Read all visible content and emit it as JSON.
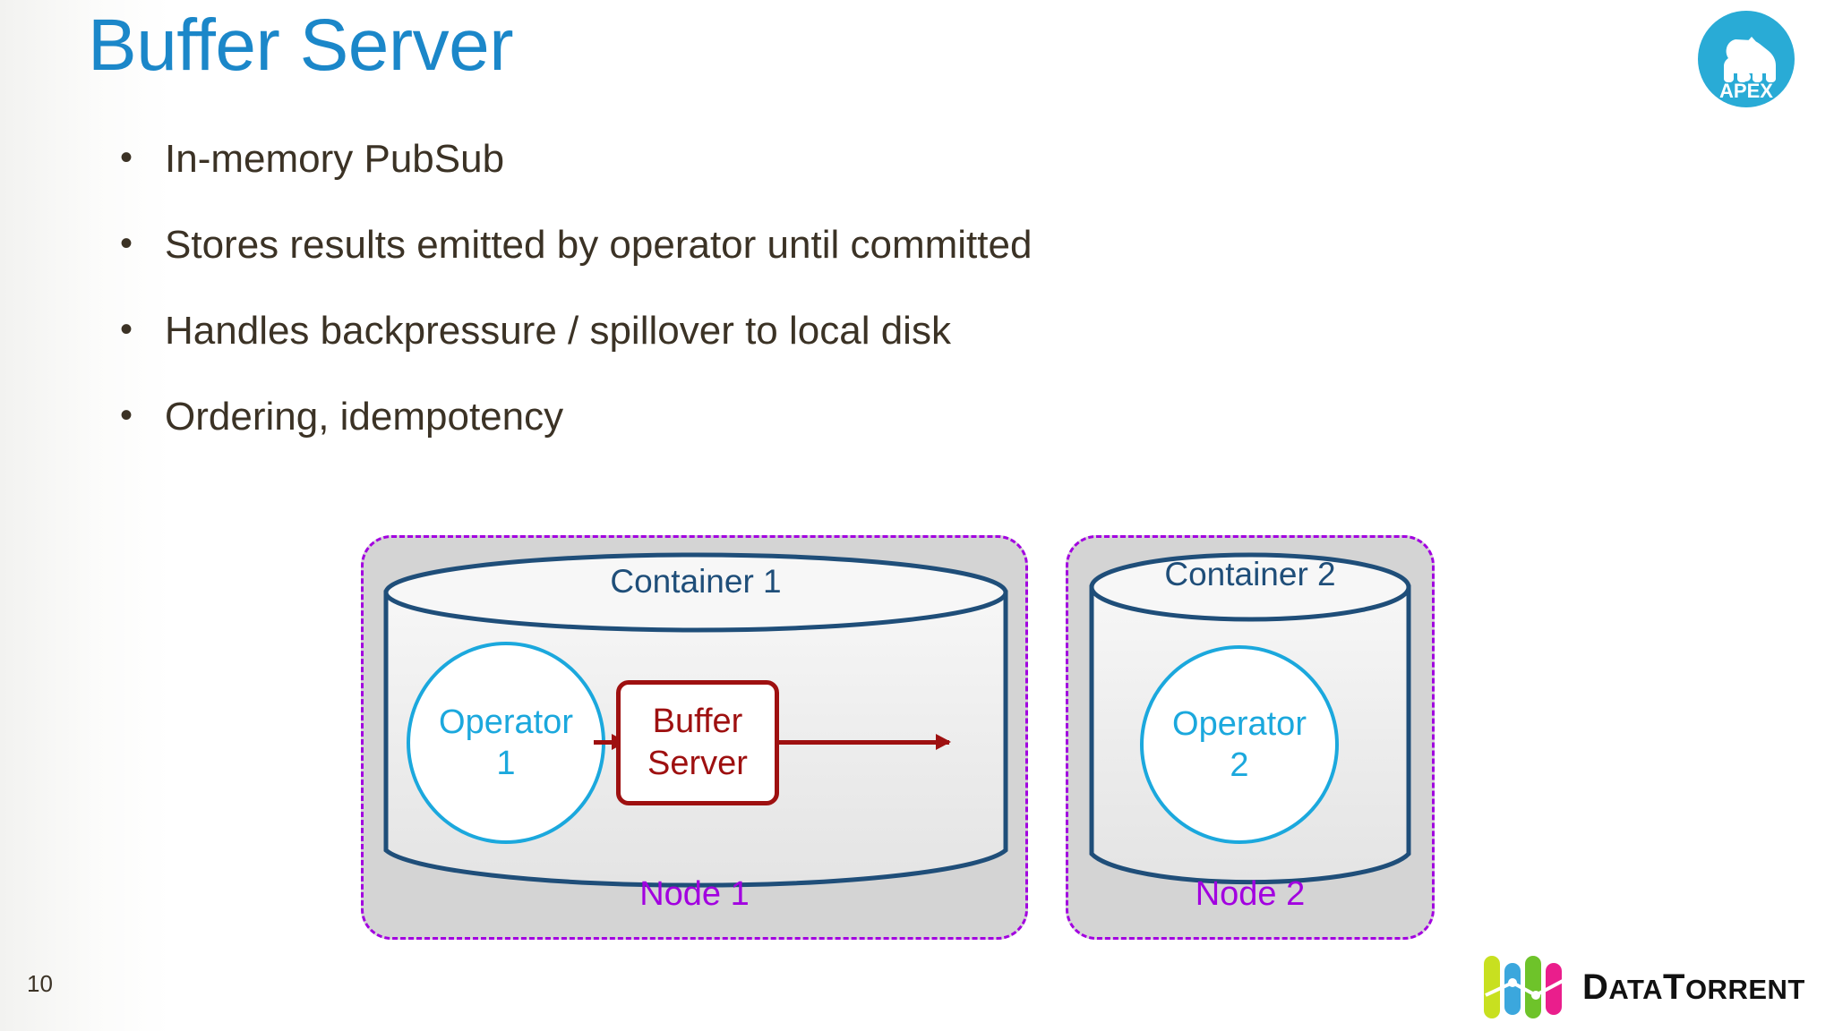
{
  "slide": {
    "title": "Buffer Server",
    "page_number": "10",
    "title_color": "#1b87c9",
    "body_text_color": "#3b3225"
  },
  "bullets": [
    {
      "marker": "•",
      "text": "In-memory PubSub"
    },
    {
      "marker": "•",
      "text": "Stores results emitted by operator until committed"
    },
    {
      "marker": "•",
      "text": "Handles backpressure / spillover to local disk"
    },
    {
      "marker": "•",
      "text": "Ordering, idempotency"
    }
  ],
  "diagram": {
    "node_color": "#a200e0",
    "container_color": "#1f4e79",
    "operator_color": "#1ba8dd",
    "buffer_color": "#9e1010",
    "nodes": [
      {
        "label": "Node 1"
      },
      {
        "label": "Node 2"
      }
    ],
    "containers": [
      {
        "label": "Container 1"
      },
      {
        "label": "Container 2"
      }
    ],
    "operators": [
      {
        "name": "Operator",
        "index": "1"
      },
      {
        "name": "Operator",
        "index": "2"
      }
    ],
    "buffer_server": {
      "line1": "Buffer",
      "line2": "Server"
    }
  },
  "logos": {
    "apex": {
      "text": "APEX",
      "circle_color": "#29abd6",
      "glyph": "gorilla-silhouette"
    },
    "datatorrent": {
      "word_part1_cap": "D",
      "word_part1_rest": "ATA",
      "word_part2_cap": "T",
      "word_part2_rest": "ORRENT",
      "bar_colors": [
        "#c8e020",
        "#3ba7dd",
        "#6ec32a",
        "#ea1e8c"
      ]
    }
  }
}
